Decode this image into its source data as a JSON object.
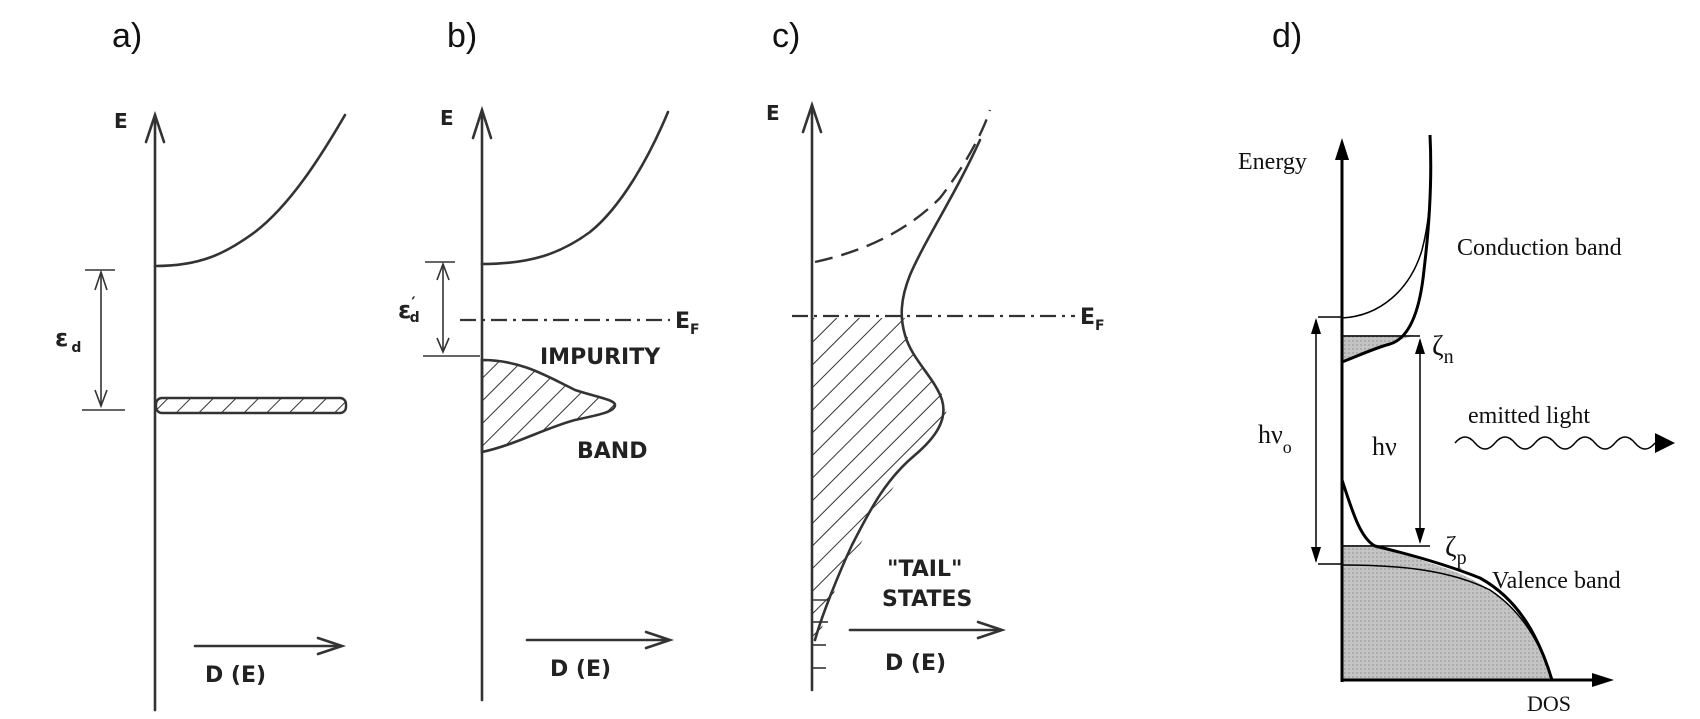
{
  "panels": {
    "a": {
      "label": "a)",
      "axis_y": "E",
      "axis_x": "D (E)",
      "gap_label": "ε",
      "gap_sub": "d"
    },
    "b": {
      "label": "b)",
      "axis_y": "E",
      "axis_x": "D (E)",
      "gap_label": "ε",
      "gap_sub": "d",
      "gap_prime": "′",
      "fermi": "E",
      "fermi_sub": "F",
      "band_line1": "IMPURITY",
      "band_line2": "BAND"
    },
    "c": {
      "label": "c)",
      "axis_y": "E",
      "axis_x": "D (E)",
      "fermi": "E",
      "fermi_sub": "F",
      "tail_line1": "\"TAIL\"",
      "tail_line2": "STATES"
    },
    "d": {
      "label": "d)",
      "axis_y": "Energy",
      "axis_x": "DOS",
      "conduction": "Conduction  band",
      "valence": "Valence band",
      "emitted": "emitted light",
      "zeta": "ζ",
      "zeta_n_sub": "n",
      "zeta_p_sub": "p",
      "hv0": "hν",
      "hv0_sub": "o",
      "hv": "hν"
    }
  },
  "colors": {
    "ink": "#333333",
    "filled_region": "#bdbdbd"
  }
}
